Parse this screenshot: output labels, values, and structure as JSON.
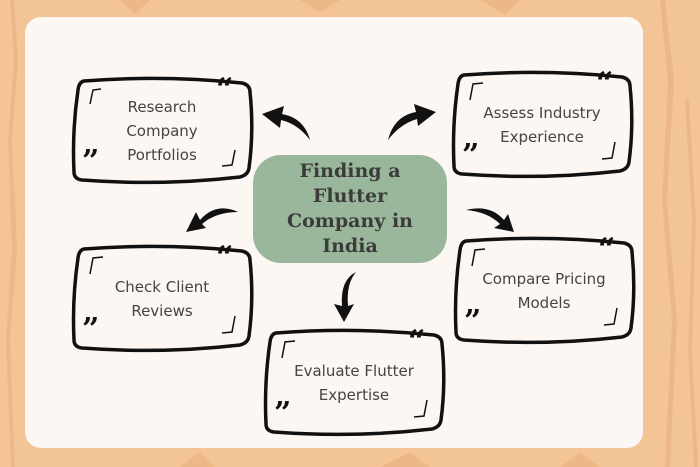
{
  "diagram": {
    "title": "Finding a Flutter Company in India",
    "colors": {
      "background": "#f3c496",
      "card": "#fcf7f3",
      "center_box": "#9bb79b",
      "text": "#444444",
      "outline": "#111111"
    },
    "nodes": [
      {
        "id": "research",
        "label": "Research Company Portfolios",
        "lines": [
          "Research",
          "Company",
          "Portfolios"
        ]
      },
      {
        "id": "assess",
        "label": "Assess Industry Experience",
        "lines": [
          "Assess Industry",
          "Experience"
        ]
      },
      {
        "id": "reviews",
        "label": "Check Client Reviews",
        "lines": [
          "Check Client",
          "Reviews"
        ]
      },
      {
        "id": "evaluate",
        "label": "Evaluate Flutter Expertise",
        "lines": [
          "Evaluate Flutter",
          "Expertise"
        ]
      },
      {
        "id": "pricing",
        "label": "Compare Pricing Models",
        "lines": [
          "Compare Pricing",
          "Models"
        ]
      }
    ],
    "quote_open": "“",
    "quote_close": "”",
    "arrow_icon": "curved-arrow-icon"
  }
}
